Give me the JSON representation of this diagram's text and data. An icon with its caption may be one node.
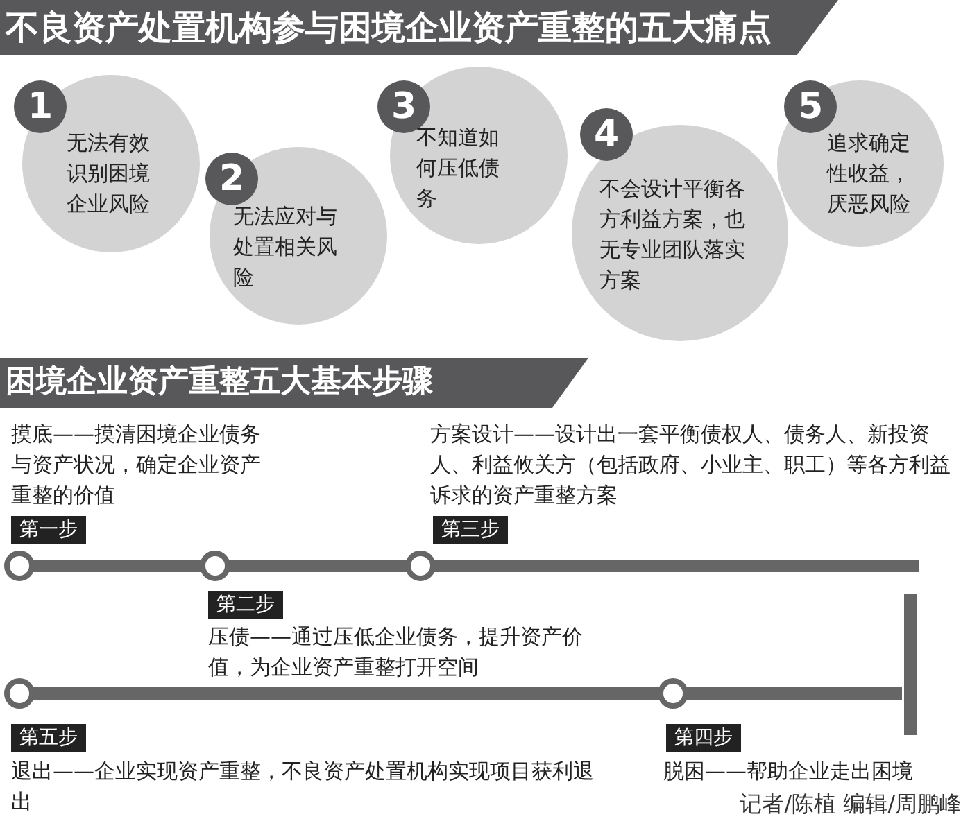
{
  "diagram": {
    "title": "不良资产处置机构参与困境企业资产重整的五大痛点",
    "nodes": [
      {
        "text": [
          "1",
          "无法有效识别困境企业风险"
        ]
      },
      {
        "text": [
          "2",
          "无法应对与处置相关风险"
        ]
      },
      {
        "text": [
          "3",
          "不知道如何压低债务"
        ]
      },
      {
        "text": [
          "4",
          "不会设计平衡各方利益方案，也无专业团队落实方案"
        ]
      },
      {
        "text": [
          "5",
          "追求确定性收益，厌恶风险"
        ]
      },
      {
        "text": [
          "第一步"
        ],
        "beside": [
          "摸底——摸清困境企业债务与资产状况，确定企业资产重整的价值"
        ]
      },
      {
        "text": [
          "第二步"
        ],
        "beside": [
          "压债——通过压低企业债务，提升资产价值，为企业资产重整打开空间"
        ]
      },
      {
        "text": [
          "第三步"
        ],
        "beside": [
          "方案设计——设计出一套平衡债权人、债务人、新投资人、利益攸关方（包括政府、小业主、职工）等各方利益诉求的资产重整方案"
        ]
      },
      {
        "text": [
          "第四步"
        ],
        "beside": [
          "脱困——帮助企业走出困境"
        ]
      },
      {
        "text": [
          "第五步"
        ],
        "beside": [
          "退出——企业实现资产重整，不良资产处置机构实现项目获利退出"
        ]
      }
    ],
    "labels": [
      "困境企业资产重整五大基本步骤",
      "记者/陈植 编辑/周鹏峰"
    ]
  }
}
